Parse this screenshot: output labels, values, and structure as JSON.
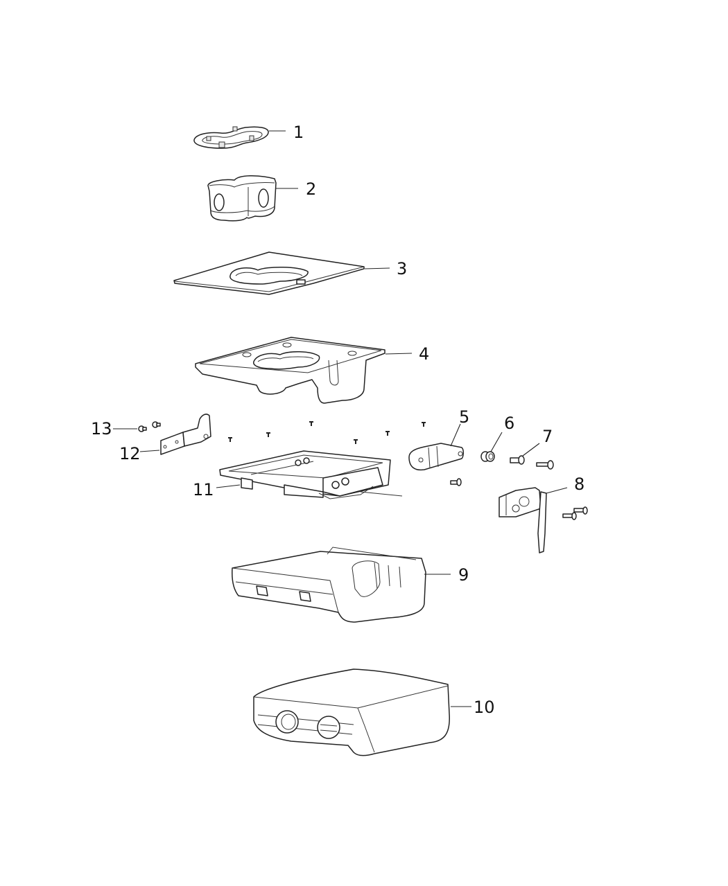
{
  "diagram": {
    "title": "",
    "background": "#ffffff",
    "line_color": "#222222",
    "callouts": [
      {
        "id": "1",
        "label": "1",
        "part": "cup-holder-ring"
      },
      {
        "id": "2",
        "label": "2",
        "part": "cup-holder-insert"
      },
      {
        "id": "3",
        "label": "3",
        "part": "mat-liner"
      },
      {
        "id": "4",
        "label": "4",
        "part": "console-top-bezel"
      },
      {
        "id": "5",
        "label": "5",
        "part": "bracket"
      },
      {
        "id": "6",
        "label": "6",
        "part": "nut"
      },
      {
        "id": "7",
        "label": "7",
        "part": "screw"
      },
      {
        "id": "8",
        "label": "8",
        "part": "latch-with-lever"
      },
      {
        "id": "9",
        "label": "9",
        "part": "console-base"
      },
      {
        "id": "10",
        "label": "10",
        "part": "armrest-lid"
      },
      {
        "id": "11",
        "label": "11",
        "part": "frame-slide-assembly"
      },
      {
        "id": "12",
        "label": "12",
        "part": "hinge-bracket"
      },
      {
        "id": "13",
        "label": "13",
        "part": "rivet-screw"
      }
    ]
  }
}
